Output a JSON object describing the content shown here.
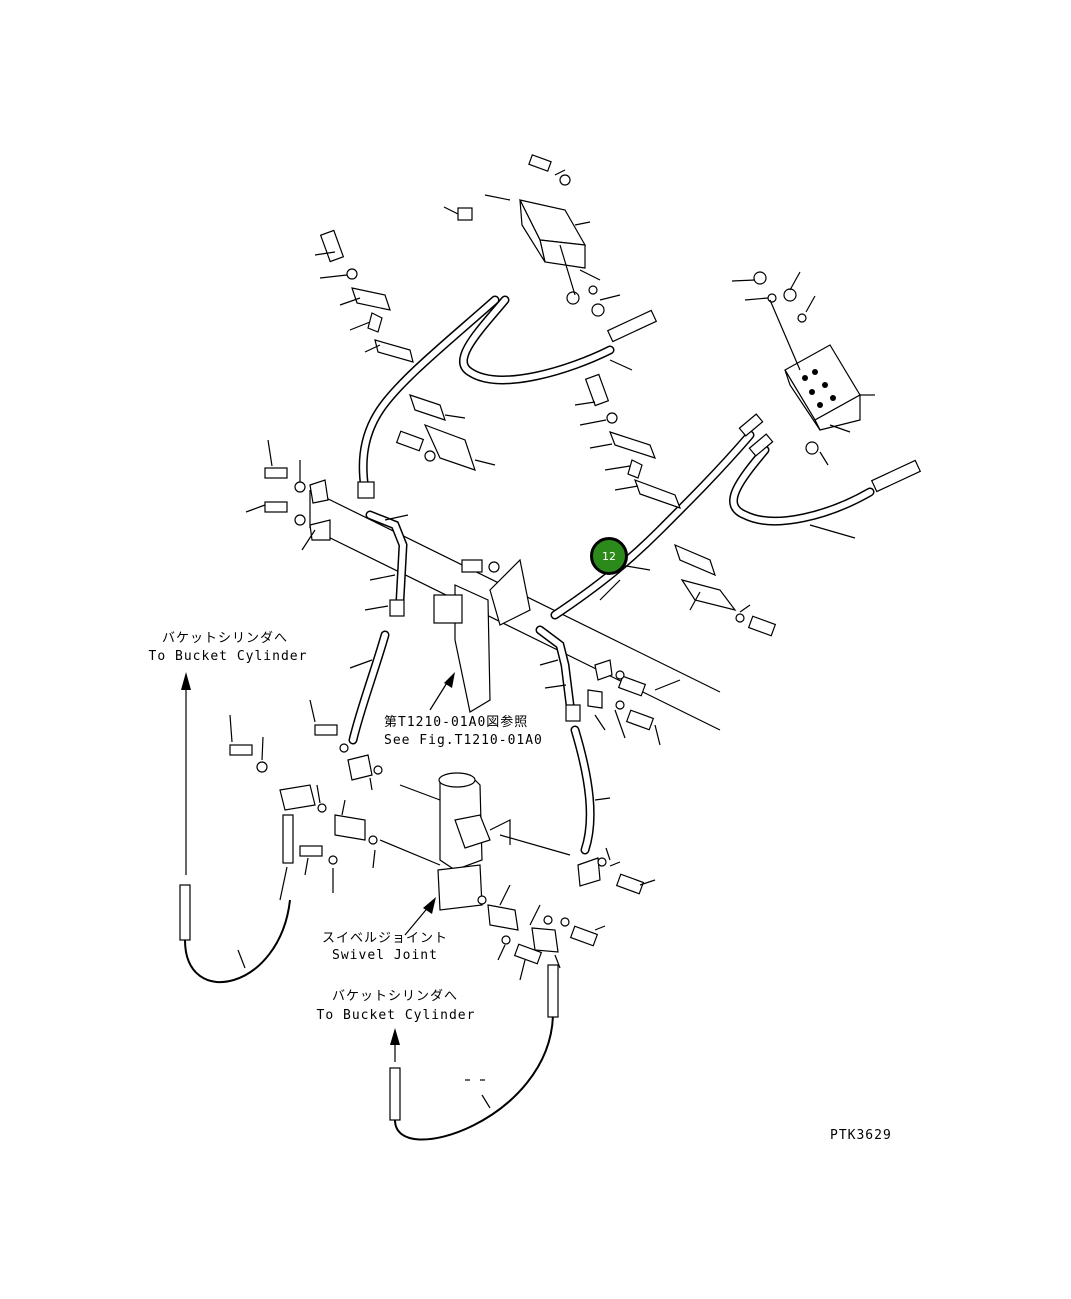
{
  "callout": {
    "number": "12",
    "color": "#2b8a1a"
  },
  "labels": {
    "bucket_top_jp": "バケットシリンダへ",
    "bucket_top_en": "To Bucket Cylinder",
    "see_fig_jp": "第T1210-01A0図参照",
    "see_fig_en": "See Fig.T1210-01A0",
    "swivel_jp": "スイベルジョイント",
    "swivel_en": "Swivel Joint",
    "bucket_bottom_jp": "バケットシリンダへ",
    "bucket_bottom_en": "To Bucket Cylinder",
    "drawing_code": "PTK3629"
  }
}
